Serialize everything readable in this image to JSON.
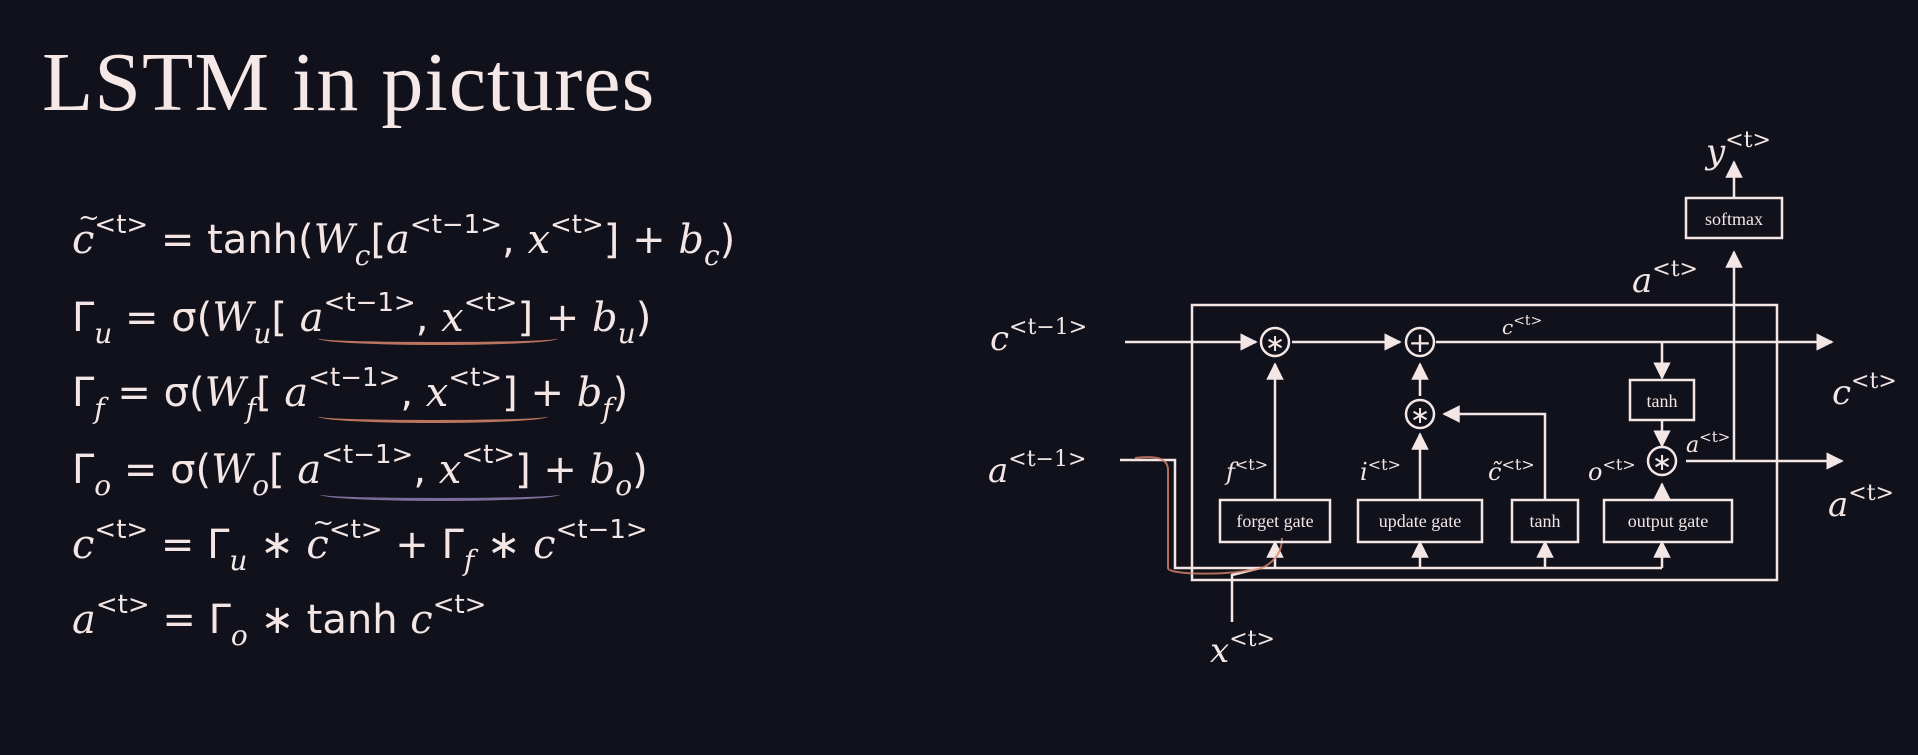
{
  "title": "LSTM in pictures",
  "equations": {
    "eq1": {
      "lhs": "c",
      "sup": "<t>",
      "rhs1": " = tanh(",
      "W": "W",
      "Wsub": "c",
      "br": "[",
      "a": "a",
      "asup": "<t−1>",
      "comma": ", ",
      "x": "x",
      "xsup": "<t>",
      "rhs2": "] + ",
      "b": "b",
      "bsub": "c",
      "end": ")"
    },
    "eq2": {
      "lhs": "Γ",
      "lsub": "u",
      "rhs1": " = σ(",
      "W": "W",
      "Wsub": "u",
      "br": "[ ",
      "a": "a",
      "asup": "<t−1>",
      "comma": ", ",
      "x": "x",
      "xsup": "<t>",
      "rhs2": "] + ",
      "b": "b",
      "bsub": "u",
      "end": ")"
    },
    "eq3": {
      "lhs": "Γ",
      "lsub": "f",
      "rhs1": " = σ(",
      "W": "W",
      "Wsub": "f",
      "br": "[ ",
      "a": "a",
      "asup": "<t−1>",
      "comma": ", ",
      "x": "x",
      "xsup": "<t>",
      "rhs2": "] + ",
      "b": "b",
      "bsub": "f",
      "end": ")"
    },
    "eq4": {
      "lhs": "Γ",
      "lsub": "o",
      "rhs1": " = σ(",
      "W": "W",
      "Wsub": "o",
      "br": "[ ",
      "a": "a",
      "asup": "<t−1>",
      "comma": ", ",
      "x": "x",
      "xsup": "<t>",
      "rhs2": "] + ",
      "b": "b",
      "bsub": "o",
      "end": ")"
    },
    "eq5": {
      "lhs": "c",
      "sup": "<t>",
      "eq": " =  ",
      "g1": "Γ",
      "g1sub": "u",
      "star1": " ∗ ",
      "ct": "c",
      "ctsup": "<t>",
      "plus": " + ",
      "g2": "Γ",
      "g2sub": "f",
      "star2": " ∗ ",
      "c": "c",
      "csup": "<t−1>"
    },
    "eq6": {
      "lhs": "a",
      "sup": "<t>",
      "eq": " = ",
      "g": "Γ",
      "gsub": "o",
      "star": " ∗ tanh ",
      "c": "c",
      "csup": "<t>"
    }
  },
  "diagram": {
    "gates": {
      "forget": "forget gate",
      "update": "update gate",
      "tanh": "tanh",
      "output": "output gate",
      "tanh_top": "tanh",
      "softmax": "softmax"
    },
    "ops": {
      "mult": "∗",
      "add": "+"
    },
    "labels": {
      "c_prev": "c",
      "c_prev_sup": "<t−1>",
      "a_prev": "a",
      "a_prev_sup": "<t−1>",
      "x": "x",
      "x_sup": "<t>",
      "y": "y",
      "y_sup": "<t>",
      "a_top": "a",
      "a_top_sup": "<t>",
      "c_out": "c",
      "c_out_sup": "<t>",
      "a_out": "a",
      "a_out_sup": "<t>",
      "c_line": "c",
      "c_line_sup": "<t>",
      "a_small": "a",
      "a_small_sup": "<t>",
      "f": "f",
      "f_sup": "<t>",
      "i": "i",
      "i_sup": "<t>",
      "ct": "c̃",
      "ct_sup": "<t>",
      "o": "o",
      "o_sup": "<t>"
    }
  }
}
